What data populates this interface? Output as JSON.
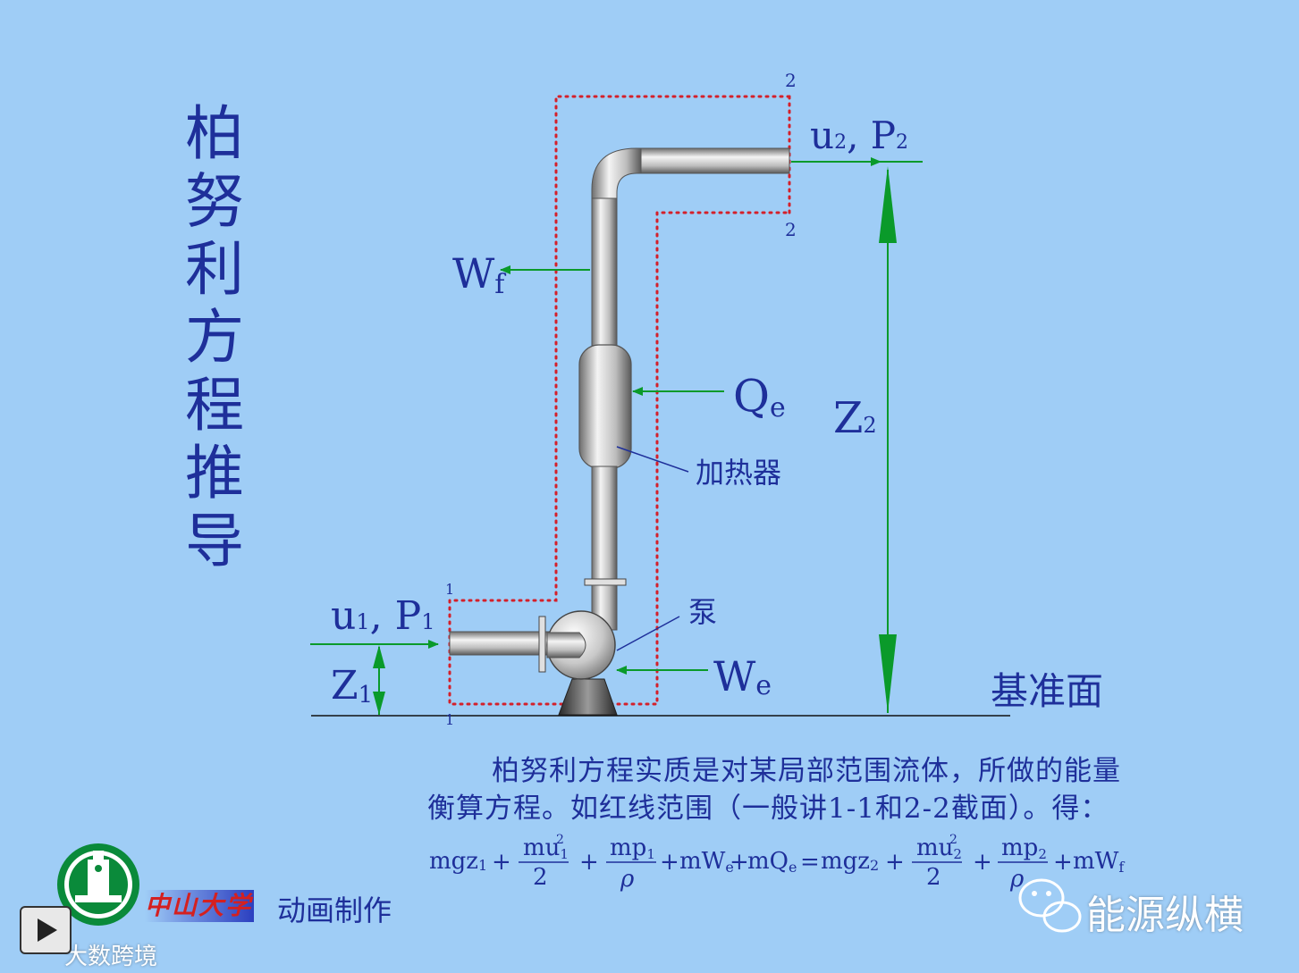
{
  "title_chars": [
    "柏",
    "努",
    "利",
    "方",
    "程",
    "推",
    "导"
  ],
  "labels": {
    "u2p2_u": "u",
    "u2p2_sub1": "2",
    "u2p2_p": ", P",
    "u2p2_sub2": "2",
    "u1p1_u": "u",
    "u1p1_sub1": "1",
    "u1p1_p": ", P",
    "u1p1_sub2": "1",
    "wf_main": "W",
    "wf_sub": "f",
    "qe_main": "Q",
    "qe_sub": "e",
    "we_main": "W",
    "we_sub": "e",
    "z2_main": "Z",
    "z2_sub": "2",
    "z1_main": "Z",
    "z1_sub": "1",
    "heater": "加热器",
    "pump": "泵",
    "datum": "基准面",
    "sec2_top": "2",
    "sec2_bottom": "2",
    "sec1_top": "1",
    "sec1_bottom": "1"
  },
  "paragraph": {
    "line1": "柏努利方程实质是对某局部范围流体，所做的能量",
    "line2": "衡算方程。如红线范围（一般讲1-1和2-2截面）。得："
  },
  "equation": {
    "t1": "mgz",
    "t1_sub": "1",
    "plus": "+",
    "f1_num": "mu",
    "f1_num_sub": "1",
    "f1_num_sup": "2",
    "f1_den": "2",
    "f2_num": "mp",
    "f2_num_sub": "1",
    "f2_den": "ρ",
    "t3": "mW",
    "t3_sub": "e",
    "t4": "mQ",
    "t4_sub": "e",
    "eq": "=",
    "t5": "mgz",
    "t5_sub": "2",
    "f3_num": "mu",
    "f3_num_sub": "2",
    "f3_num_sup": "2",
    "f3_den": "2",
    "f4_num": "mp",
    "f4_num_sub": "2",
    "f4_den": "ρ",
    "t6": "mW",
    "t6_sub": "f"
  },
  "footer": {
    "university": "中山大学",
    "credit": "动画制作",
    "brand": "能源纵横",
    "watermark": "大数跨境"
  },
  "colors": {
    "background": "#9fcdf6",
    "text": "#1e2f9a",
    "arrow": "#0a9a2a",
    "boundary": "#d4202a",
    "pipe": "#b4b4b4"
  },
  "icons": {
    "logo": "university-emblem-icon",
    "wechat": "wechat-icon",
    "play": "play-icon"
  }
}
